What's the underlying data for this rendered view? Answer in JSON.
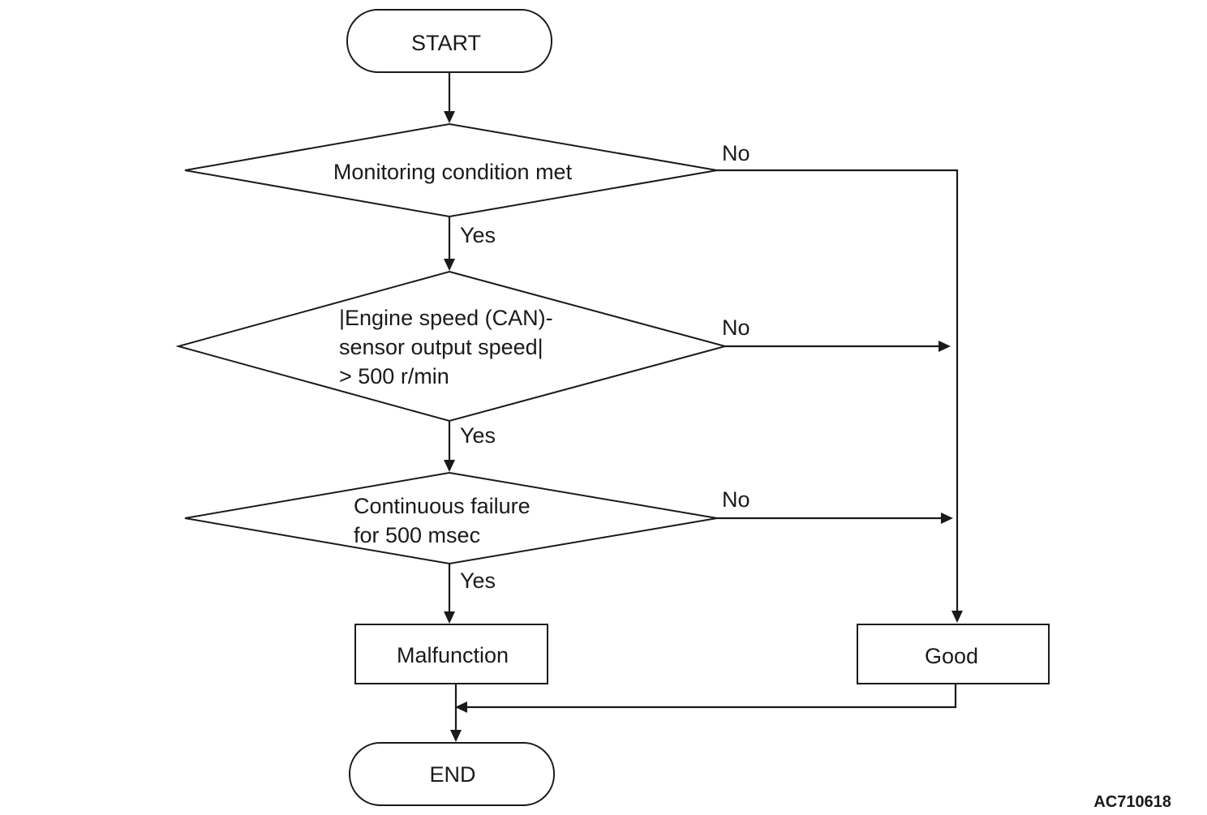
{
  "nodes": {
    "start": "START",
    "decision1": "Monitoring condition met",
    "decision2": {
      "line1": "|Engine speed (CAN)-",
      "line2": "sensor output speed|",
      "line3": "> 500 r/min"
    },
    "decision3": {
      "line1": "Continuous failure",
      "line2": "for 500 msec"
    },
    "malfunction": "Malfunction",
    "good": "Good",
    "end": "END"
  },
  "branches": {
    "yes": "Yes",
    "no": "No"
  },
  "figure_code": "AC710618"
}
